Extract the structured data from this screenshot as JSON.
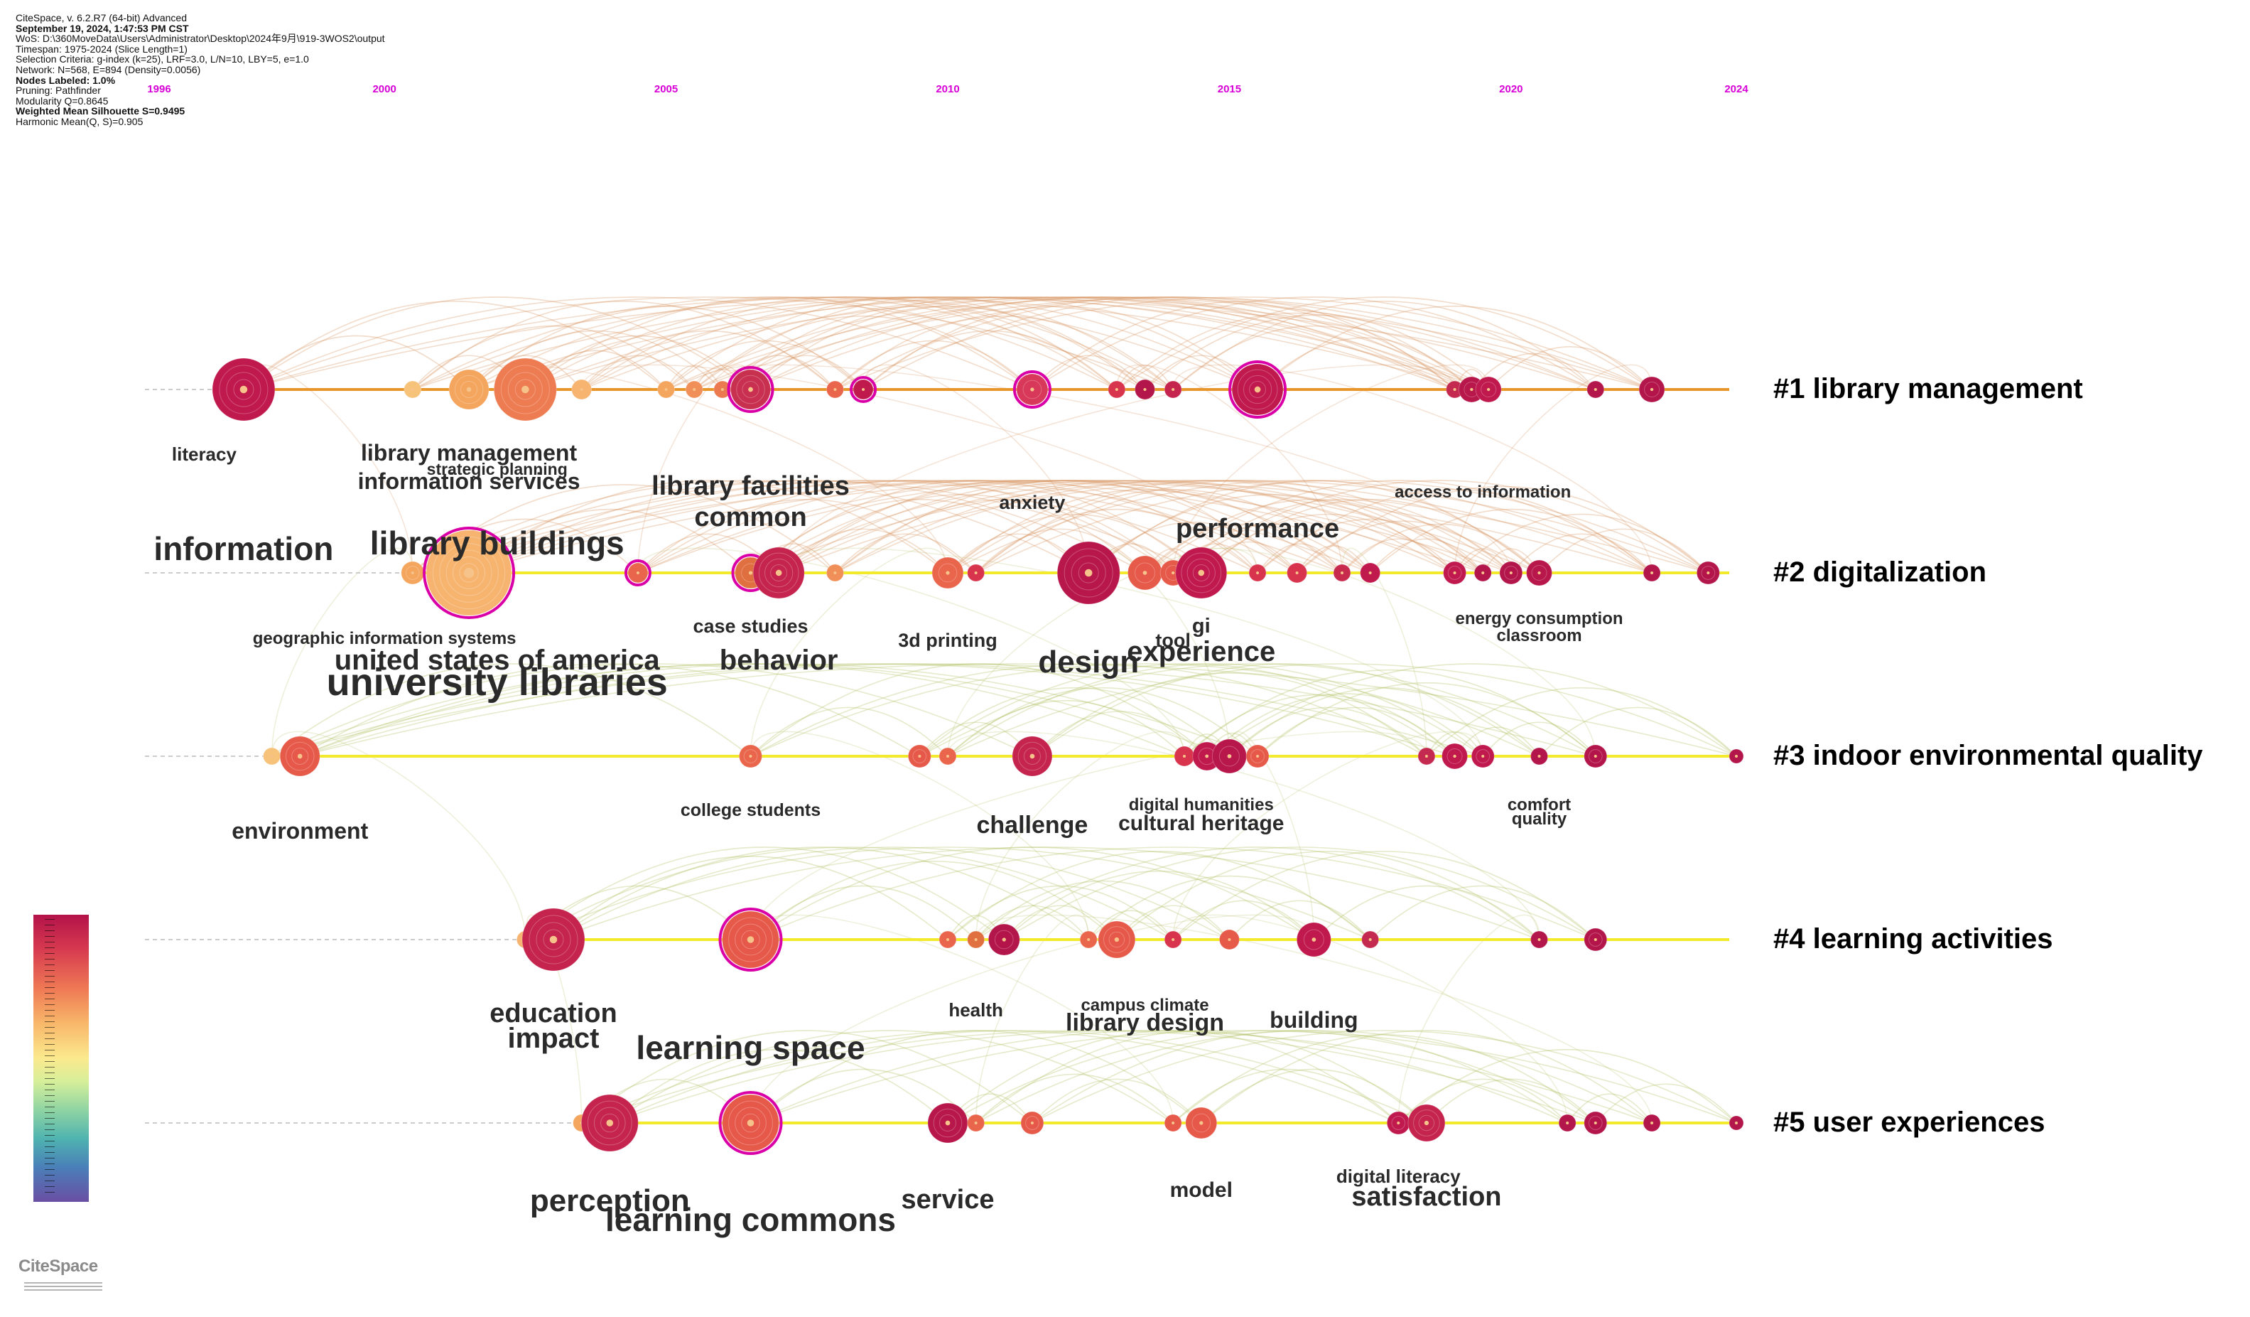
{
  "info": {
    "lines": [
      {
        "text": "CiteSpace, v. 6.2.R7 (64-bit) Advanced",
        "bold": false
      },
      {
        "text": "September 19, 2024, 1:47:53 PM CST",
        "bold": true
      },
      {
        "text": "WoS: D:\\360MoveData\\Users\\Administrator\\Desktop\\2024年9月\\919-3WOS2\\output",
        "bold": false
      },
      {
        "text": "Timespan: 1975-2024 (Slice Length=1)",
        "bold": false
      },
      {
        "text": "Selection Criteria: g-index (k=25), LRF=3.0, L/N=10, LBY=5, e=1.0",
        "bold": false
      },
      {
        "text": "Network: N=568, E=894 (Density=0.0056)",
        "bold": false
      },
      {
        "text": "Nodes Labeled: 1.0%",
        "bold": true
      },
      {
        "text": "Pruning: Pathfinder",
        "bold": false
      },
      {
        "text": "Modularity Q=0.8645",
        "bold": false
      },
      {
        "text": "Weighted Mean Silhouette S=0.9495",
        "bold": true
      },
      {
        "text": "Harmonic Mean(Q, S)=0.905",
        "bold": false
      }
    ]
  },
  "logo": {
    "text": "CiteSpace"
  },
  "colors": {
    "year_label": "#d700d7",
    "line_old": "#e8952a",
    "line_new": "#f2ea2a",
    "node_recent": "#b3164a",
    "node_mid": "#e65a4a",
    "node_old": "#f4b06a",
    "burst_ring": "#d900a8"
  },
  "chart_data": {
    "type": "timeline",
    "x_axis": {
      "ticks": [
        "1996",
        "2000",
        "2005",
        "2010",
        "2015",
        "2020",
        "2024"
      ],
      "range": [
        1996,
        2024
      ]
    },
    "clusters": [
      {
        "id": "#1 library management",
        "nodes": [
          {
            "year": 1997.5,
            "size": 22,
            "color": "#c0194e"
          },
          {
            "year": 2000.5,
            "size": 6,
            "color": "#f7c27a"
          },
          {
            "year": 2001.5,
            "size": 14,
            "color": "#f4a55e"
          },
          {
            "year": 2002.5,
            "size": 22,
            "color": "#ee7c52"
          },
          {
            "year": 2003.5,
            "size": 7,
            "color": "#f6b470"
          },
          {
            "year": 2005,
            "size": 6,
            "color": "#f4a55e"
          },
          {
            "year": 2005.5,
            "size": 6,
            "color": "#f09058"
          },
          {
            "year": 2006,
            "size": 6,
            "color": "#ec7a50"
          },
          {
            "year": 2006.5,
            "size": 14,
            "color": "#c83050",
            "burst": true
          },
          {
            "year": 2008,
            "size": 6,
            "color": "#e9664c"
          },
          {
            "year": 2008.5,
            "size": 7,
            "color": "#c0194e",
            "burst": true
          },
          {
            "year": 2011.5,
            "size": 11,
            "color": "#d8385a",
            "burst": true
          },
          {
            "year": 2013,
            "size": 6,
            "color": "#d8344e"
          },
          {
            "year": 2013.5,
            "size": 7,
            "color": "#b3164a"
          },
          {
            "year": 2014,
            "size": 6,
            "color": "#c4244e"
          },
          {
            "year": 2015.5,
            "size": 18,
            "color": "#c0194e",
            "burst": true
          },
          {
            "year": 2019,
            "size": 6,
            "color": "#c42a50"
          },
          {
            "year": 2019.3,
            "size": 9,
            "color": "#b8174c"
          },
          {
            "year": 2019.6,
            "size": 9,
            "color": "#c0194e"
          },
          {
            "year": 2021.5,
            "size": 6,
            "color": "#b3164a"
          },
          {
            "year": 2022.5,
            "size": 9,
            "color": "#b3164a"
          }
        ],
        "labels": [
          {
            "text": "literacy",
            "year": 1996.8,
            "row": 1,
            "size": 26
          },
          {
            "text": "library management",
            "year": 2001.5,
            "row": 1,
            "size": 32
          },
          {
            "text": "strategic planning",
            "year": 2002,
            "row": 1.5,
            "size": 23
          },
          {
            "text": "information services",
            "year": 2001.5,
            "row": 2,
            "size": 32
          },
          {
            "text": "library facilities",
            "year": 2006.5,
            "row": 2.2,
            "size": 38
          },
          {
            "text": "common",
            "year": 2006.5,
            "row": 3.3,
            "size": 38
          },
          {
            "text": "anxiety",
            "year": 2011.5,
            "row": 2.7,
            "size": 27
          },
          {
            "text": "performance",
            "year": 2015.5,
            "row": 3.7,
            "size": 38
          },
          {
            "text": "access to information",
            "year": 2019.5,
            "row": 2.3,
            "size": 24
          },
          {
            "text": "information",
            "year": 1997.5,
            "row": 4.5,
            "size": 46
          },
          {
            "text": "library buildings",
            "year": 2002,
            "row": 4.3,
            "size": 46
          }
        ]
      },
      {
        "id": "#2 digitalization",
        "nodes": [
          {
            "year": 2000.5,
            "size": 8,
            "color": "#f4a55e"
          },
          {
            "year": 2001.5,
            "size": 30,
            "color": "#f6b470",
            "burst": true
          },
          {
            "year": 2004.5,
            "size": 7,
            "color": "#e9664c",
            "burst": true
          },
          {
            "year": 2006.5,
            "size": 11,
            "color": "#e07040",
            "burst": true
          },
          {
            "year": 2007,
            "size": 18,
            "color": "#c4244e"
          },
          {
            "year": 2008,
            "size": 6,
            "color": "#f09058"
          },
          {
            "year": 2010,
            "size": 11,
            "color": "#e9664c"
          },
          {
            "year": 2010.5,
            "size": 6,
            "color": "#d8344e"
          },
          {
            "year": 2012.5,
            "size": 22,
            "color": "#b8174c"
          },
          {
            "year": 2013.5,
            "size": 12,
            "color": "#e65a4a"
          },
          {
            "year": 2014,
            "size": 9,
            "color": "#e65a4a"
          },
          {
            "year": 2014.5,
            "size": 18,
            "color": "#c0194e"
          },
          {
            "year": 2015.5,
            "size": 6,
            "color": "#d8344e"
          },
          {
            "year": 2016.2,
            "size": 7,
            "color": "#d8344e"
          },
          {
            "year": 2017,
            "size": 6,
            "color": "#c82a4e"
          },
          {
            "year": 2017.5,
            "size": 7,
            "color": "#c0194e"
          },
          {
            "year": 2019,
            "size": 8,
            "color": "#c0194e"
          },
          {
            "year": 2019.5,
            "size": 6,
            "color": "#b3164a"
          },
          {
            "year": 2020,
            "size": 8,
            "color": "#b3164a"
          },
          {
            "year": 2020.5,
            "size": 9,
            "color": "#b8174c"
          },
          {
            "year": 2022.5,
            "size": 6,
            "color": "#b3164a"
          },
          {
            "year": 2023.5,
            "size": 8,
            "color": "#b3164a"
          }
        ],
        "labels": [
          {
            "text": "geographic information systems",
            "year": 2000,
            "row": 1,
            "size": 24
          },
          {
            "text": "case studies",
            "year": 2006.5,
            "row": 0.6,
            "size": 27
          },
          {
            "text": "3d printing",
            "year": 2010,
            "row": 1.1,
            "size": 27
          },
          {
            "text": "tool",
            "year": 2014,
            "row": 1.1,
            "size": 27
          },
          {
            "text": "gi",
            "year": 2014.5,
            "row": 0.6,
            "size": 29
          },
          {
            "text": "energy consumption",
            "year": 2020.5,
            "row": 0.3,
            "size": 24
          },
          {
            "text": "classroom",
            "year": 2020.5,
            "row": 0.9,
            "size": 24
          },
          {
            "text": "united states of america",
            "year": 2002,
            "row": 1.9,
            "size": 40
          },
          {
            "text": "behavior",
            "year": 2007,
            "row": 1.9,
            "size": 40
          },
          {
            "text": "experience",
            "year": 2014.5,
            "row": 1.6,
            "size": 40
          },
          {
            "text": "design",
            "year": 2012.5,
            "row": 2.0,
            "size": 44
          },
          {
            "text": "university libraries",
            "year": 2002,
            "row": 2.8,
            "size": 54
          }
        ]
      },
      {
        "id": "#3 indoor environmental quality",
        "nodes": [
          {
            "year": 1998,
            "size": 6,
            "color": "#f7c27a"
          },
          {
            "year": 1998.5,
            "size": 14,
            "color": "#e65a4a"
          },
          {
            "year": 2006.5,
            "size": 8,
            "color": "#e9664c"
          },
          {
            "year": 2009.5,
            "size": 8,
            "color": "#e65a4a"
          },
          {
            "year": 2010,
            "size": 6,
            "color": "#e9664c"
          },
          {
            "year": 2011.5,
            "size": 14,
            "color": "#c4244e"
          },
          {
            "year": 2014.2,
            "size": 7,
            "color": "#d8344e"
          },
          {
            "year": 2014.6,
            "size": 10,
            "color": "#c0194e"
          },
          {
            "year": 2015,
            "size": 12,
            "color": "#b8174c"
          },
          {
            "year": 2015.5,
            "size": 8,
            "color": "#e65a4a"
          },
          {
            "year": 2018.5,
            "size": 6,
            "color": "#c42a50"
          },
          {
            "year": 2019,
            "size": 9,
            "color": "#c0194e"
          },
          {
            "year": 2019.5,
            "size": 8,
            "color": "#c0194e"
          },
          {
            "year": 2020.5,
            "size": 6,
            "color": "#b3164a"
          },
          {
            "year": 2021.5,
            "size": 8,
            "color": "#b3164a"
          },
          {
            "year": 2024,
            "size": 5,
            "color": "#b3164a"
          }
        ],
        "labels": [
          {
            "text": "environment",
            "year": 1998.5,
            "row": 1.4,
            "size": 32
          },
          {
            "text": "college students",
            "year": 2006.5,
            "row": 0.6,
            "size": 25
          },
          {
            "text": "challenge",
            "year": 2011.5,
            "row": 1.2,
            "size": 34
          },
          {
            "text": "digital humanities",
            "year": 2014.5,
            "row": 0.4,
            "size": 24
          },
          {
            "text": "cultural heritage",
            "year": 2014.5,
            "row": 1.1,
            "size": 30
          },
          {
            "text": "comfort",
            "year": 2020.5,
            "row": 0.4,
            "size": 24
          },
          {
            "text": "quality",
            "year": 2020.5,
            "row": 0.9,
            "size": 24
          }
        ]
      },
      {
        "id": "#4 learning activities",
        "nodes": [
          {
            "year": 2002.5,
            "size": 6,
            "color": "#f6b470"
          },
          {
            "year": 2003,
            "size": 22,
            "color": "#c4244e"
          },
          {
            "year": 2006.5,
            "size": 20,
            "color": "#e65a4a",
            "burst": true
          },
          {
            "year": 2010,
            "size": 6,
            "color": "#e9664c"
          },
          {
            "year": 2010.5,
            "size": 6,
            "color": "#e07040"
          },
          {
            "year": 2011,
            "size": 11,
            "color": "#b3164a"
          },
          {
            "year": 2012.5,
            "size": 6,
            "color": "#e9664c"
          },
          {
            "year": 2013,
            "size": 13,
            "color": "#e65a4a"
          },
          {
            "year": 2014,
            "size": 6,
            "color": "#d8344e"
          },
          {
            "year": 2015,
            "size": 7,
            "color": "#e65a4a"
          },
          {
            "year": 2016.5,
            "size": 12,
            "color": "#c0194e"
          },
          {
            "year": 2017.5,
            "size": 6,
            "color": "#c42a50"
          },
          {
            "year": 2020.5,
            "size": 6,
            "color": "#b3164a"
          },
          {
            "year": 2021.5,
            "size": 8,
            "color": "#b3164a"
          }
        ],
        "labels": [
          {
            "text": "education",
            "year": 2003,
            "row": 1.4,
            "size": 38
          },
          {
            "text": "impact",
            "year": 2003,
            "row": 2.3,
            "size": 40
          },
          {
            "text": "learning space",
            "year": 2006.5,
            "row": 2.7,
            "size": 46
          },
          {
            "text": "health",
            "year": 2010.5,
            "row": 1.2,
            "size": 26
          },
          {
            "text": "campus climate",
            "year": 2013.5,
            "row": 1.0,
            "size": 24
          },
          {
            "text": "library design",
            "year": 2013.5,
            "row": 1.7,
            "size": 34
          },
          {
            "text": "building",
            "year": 2016.5,
            "row": 1.6,
            "size": 32
          }
        ]
      },
      {
        "id": "#5 user experiences",
        "nodes": [
          {
            "year": 2003.5,
            "size": 6,
            "color": "#f4a55e"
          },
          {
            "year": 2004,
            "size": 20,
            "color": "#c4244e"
          },
          {
            "year": 2006.5,
            "size": 20,
            "color": "#e65a4a",
            "burst": true
          },
          {
            "year": 2010,
            "size": 14,
            "color": "#b8174c"
          },
          {
            "year": 2010.5,
            "size": 6,
            "color": "#e9664c"
          },
          {
            "year": 2011.5,
            "size": 8,
            "color": "#e65a4a"
          },
          {
            "year": 2014,
            "size": 6,
            "color": "#e65a4a"
          },
          {
            "year": 2014.5,
            "size": 11,
            "color": "#e65a4a"
          },
          {
            "year": 2018,
            "size": 8,
            "color": "#c0194e"
          },
          {
            "year": 2018.5,
            "size": 13,
            "color": "#c4244e"
          },
          {
            "year": 2021,
            "size": 6,
            "color": "#b3164a"
          },
          {
            "year": 2021.5,
            "size": 8,
            "color": "#b3164a"
          },
          {
            "year": 2022.5,
            "size": 6,
            "color": "#b3164a"
          },
          {
            "year": 2024,
            "size": 5,
            "color": "#b3164a"
          }
        ],
        "labels": [
          {
            "text": "perception",
            "year": 2004,
            "row": 1.6,
            "size": 44
          },
          {
            "text": "learning commons",
            "year": 2006.5,
            "row": 2.3,
            "size": 46
          },
          {
            "text": "service",
            "year": 2010,
            "row": 1.5,
            "size": 38
          },
          {
            "text": "model",
            "year": 2014.5,
            "row": 1.1,
            "size": 30
          },
          {
            "text": "digital literacy",
            "year": 2018,
            "row": 0.6,
            "size": 26
          },
          {
            "text": "satisfaction",
            "year": 2018.5,
            "row": 1.4,
            "size": 38
          }
        ]
      }
    ]
  }
}
